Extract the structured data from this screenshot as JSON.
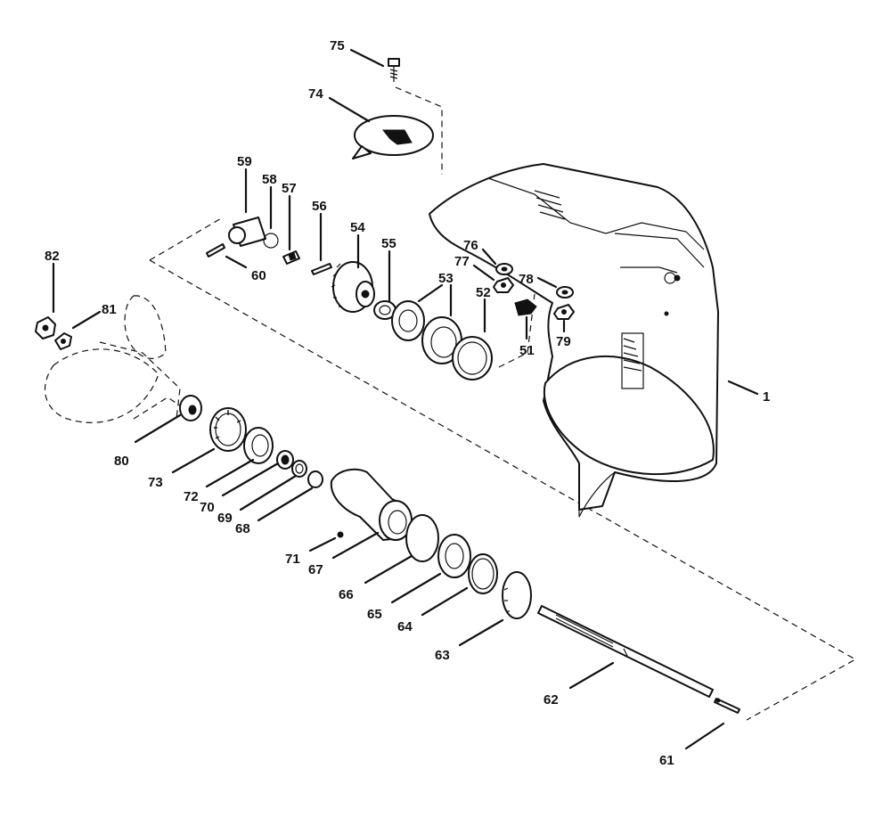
{
  "callouts": [
    {
      "id": "1",
      "label": "1"
    },
    {
      "id": "51",
      "label": "51"
    },
    {
      "id": "52",
      "label": "52"
    },
    {
      "id": "53",
      "label": "53"
    },
    {
      "id": "54",
      "label": "54"
    },
    {
      "id": "55",
      "label": "55"
    },
    {
      "id": "56",
      "label": "56"
    },
    {
      "id": "57",
      "label": "57"
    },
    {
      "id": "58",
      "label": "58"
    },
    {
      "id": "59",
      "label": "59"
    },
    {
      "id": "60",
      "label": "60"
    },
    {
      "id": "61",
      "label": "61"
    },
    {
      "id": "62",
      "label": "62"
    },
    {
      "id": "63",
      "label": "63"
    },
    {
      "id": "64",
      "label": "64"
    },
    {
      "id": "65",
      "label": "65"
    },
    {
      "id": "66",
      "label": "66"
    },
    {
      "id": "67",
      "label": "67"
    },
    {
      "id": "68",
      "label": "68"
    },
    {
      "id": "69",
      "label": "69"
    },
    {
      "id": "70",
      "label": "70"
    },
    {
      "id": "71",
      "label": "71"
    },
    {
      "id": "72",
      "label": "72"
    },
    {
      "id": "73",
      "label": "73"
    },
    {
      "id": "74",
      "label": "74"
    },
    {
      "id": "75",
      "label": "75"
    },
    {
      "id": "76",
      "label": "76"
    },
    {
      "id": "77",
      "label": "77"
    },
    {
      "id": "78",
      "label": "78"
    },
    {
      "id": "79",
      "label": "79"
    },
    {
      "id": "80",
      "label": "80"
    },
    {
      "id": "81",
      "label": "81"
    },
    {
      "id": "82",
      "label": "82"
    }
  ]
}
